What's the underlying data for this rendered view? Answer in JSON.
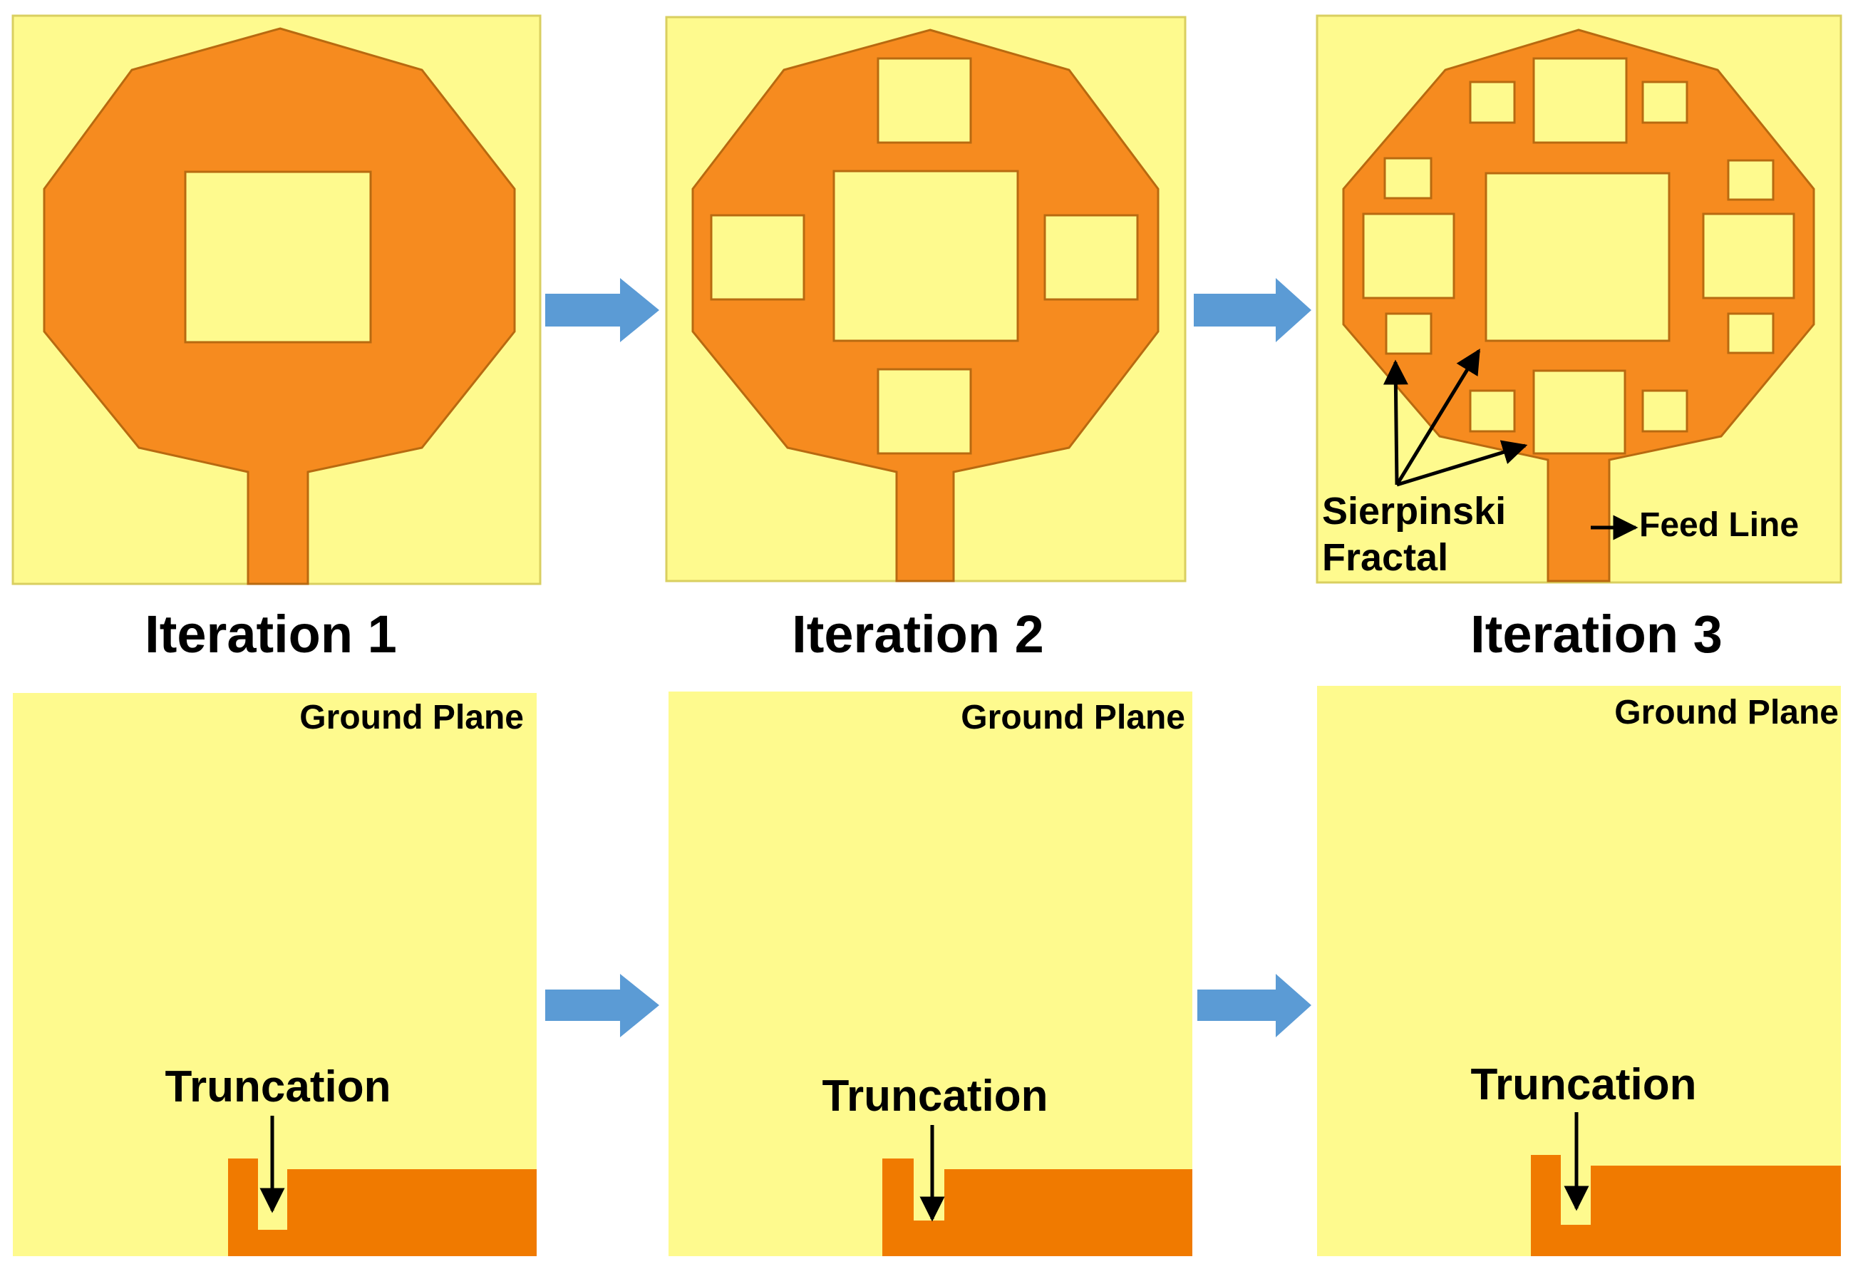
{
  "colors": {
    "substrate": "#FEFA8E",
    "substrate_edge": "#D9CF60",
    "patch": "#F68B1F",
    "patch_edge": "#B86A10",
    "ground_metal": "#F07A00",
    "flow_arrow": "#5B9BD5",
    "annotation": "#000000"
  },
  "top_row": {
    "iterations": [
      {
        "label": "Iteration 1",
        "level": 1
      },
      {
        "label": "Iteration 2",
        "level": 2
      },
      {
        "label": "Iteration 3",
        "level": 3
      }
    ],
    "annotations": {
      "fractal_line1": "Sierpinski",
      "fractal_line2": "Fractal",
      "feed_line": "Feed Line"
    }
  },
  "bottom_row": {
    "panels": [
      {
        "ground_label": "Ground Plane",
        "truncation_label": "Truncation"
      },
      {
        "ground_label": "Ground Plane",
        "truncation_label": "Truncation"
      },
      {
        "ground_label": "Ground Plane",
        "truncation_label": "Truncation"
      }
    ]
  },
  "flow_arrows": {
    "icon": "right-arrow-icon",
    "count": 4
  }
}
